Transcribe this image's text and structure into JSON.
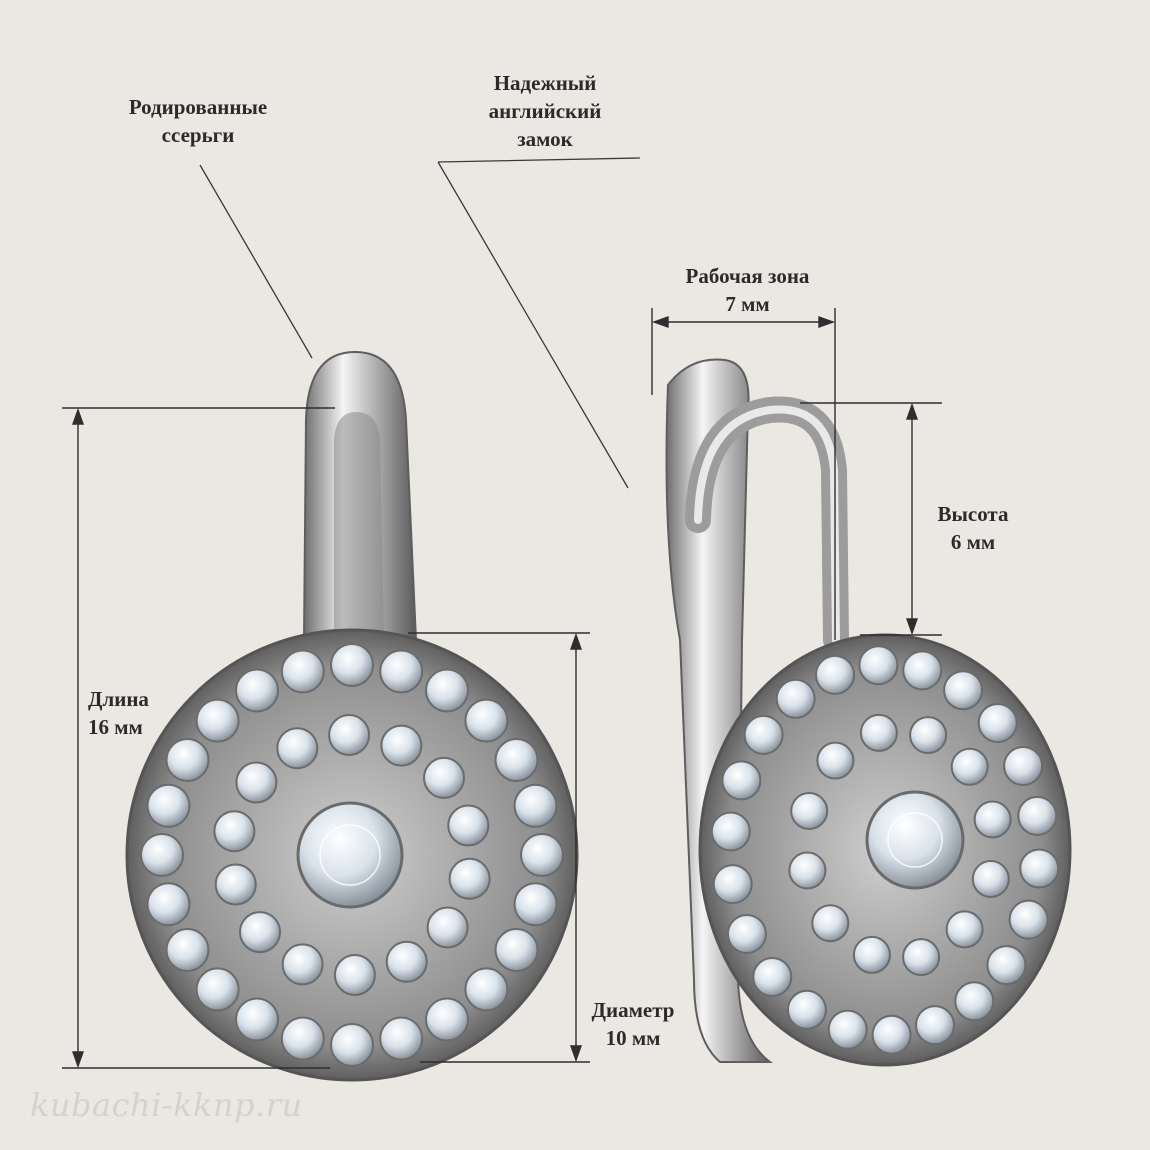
{
  "callouts": {
    "rhodium": {
      "line1": "Родированные",
      "line2": "ссерьги"
    },
    "lock": {
      "line1": "Надежный",
      "line2": "английский",
      "line3": "замок"
    },
    "work_zone": {
      "title": "Рабочая зона",
      "value": "7 мм"
    },
    "height": {
      "title": "Высота",
      "value": "6 мм"
    },
    "length": {
      "title": "Длина",
      "value": "16 мм"
    },
    "diameter": {
      "title": "Диаметр",
      "value": "10 мм"
    }
  },
  "watermark": "kubachi-kknp.ru",
  "colors": {
    "background": "#ebe8e4",
    "metal": "#9a9a9a",
    "stone": "#dfe6ee",
    "text": "#2b2b2b"
  },
  "images": [
    {
      "name": "front-view-earring",
      "depicts": "round halo earring with center stone, front view"
    },
    {
      "name": "side-view-earring",
      "depicts": "earring with english lock clasp, side view"
    }
  ]
}
